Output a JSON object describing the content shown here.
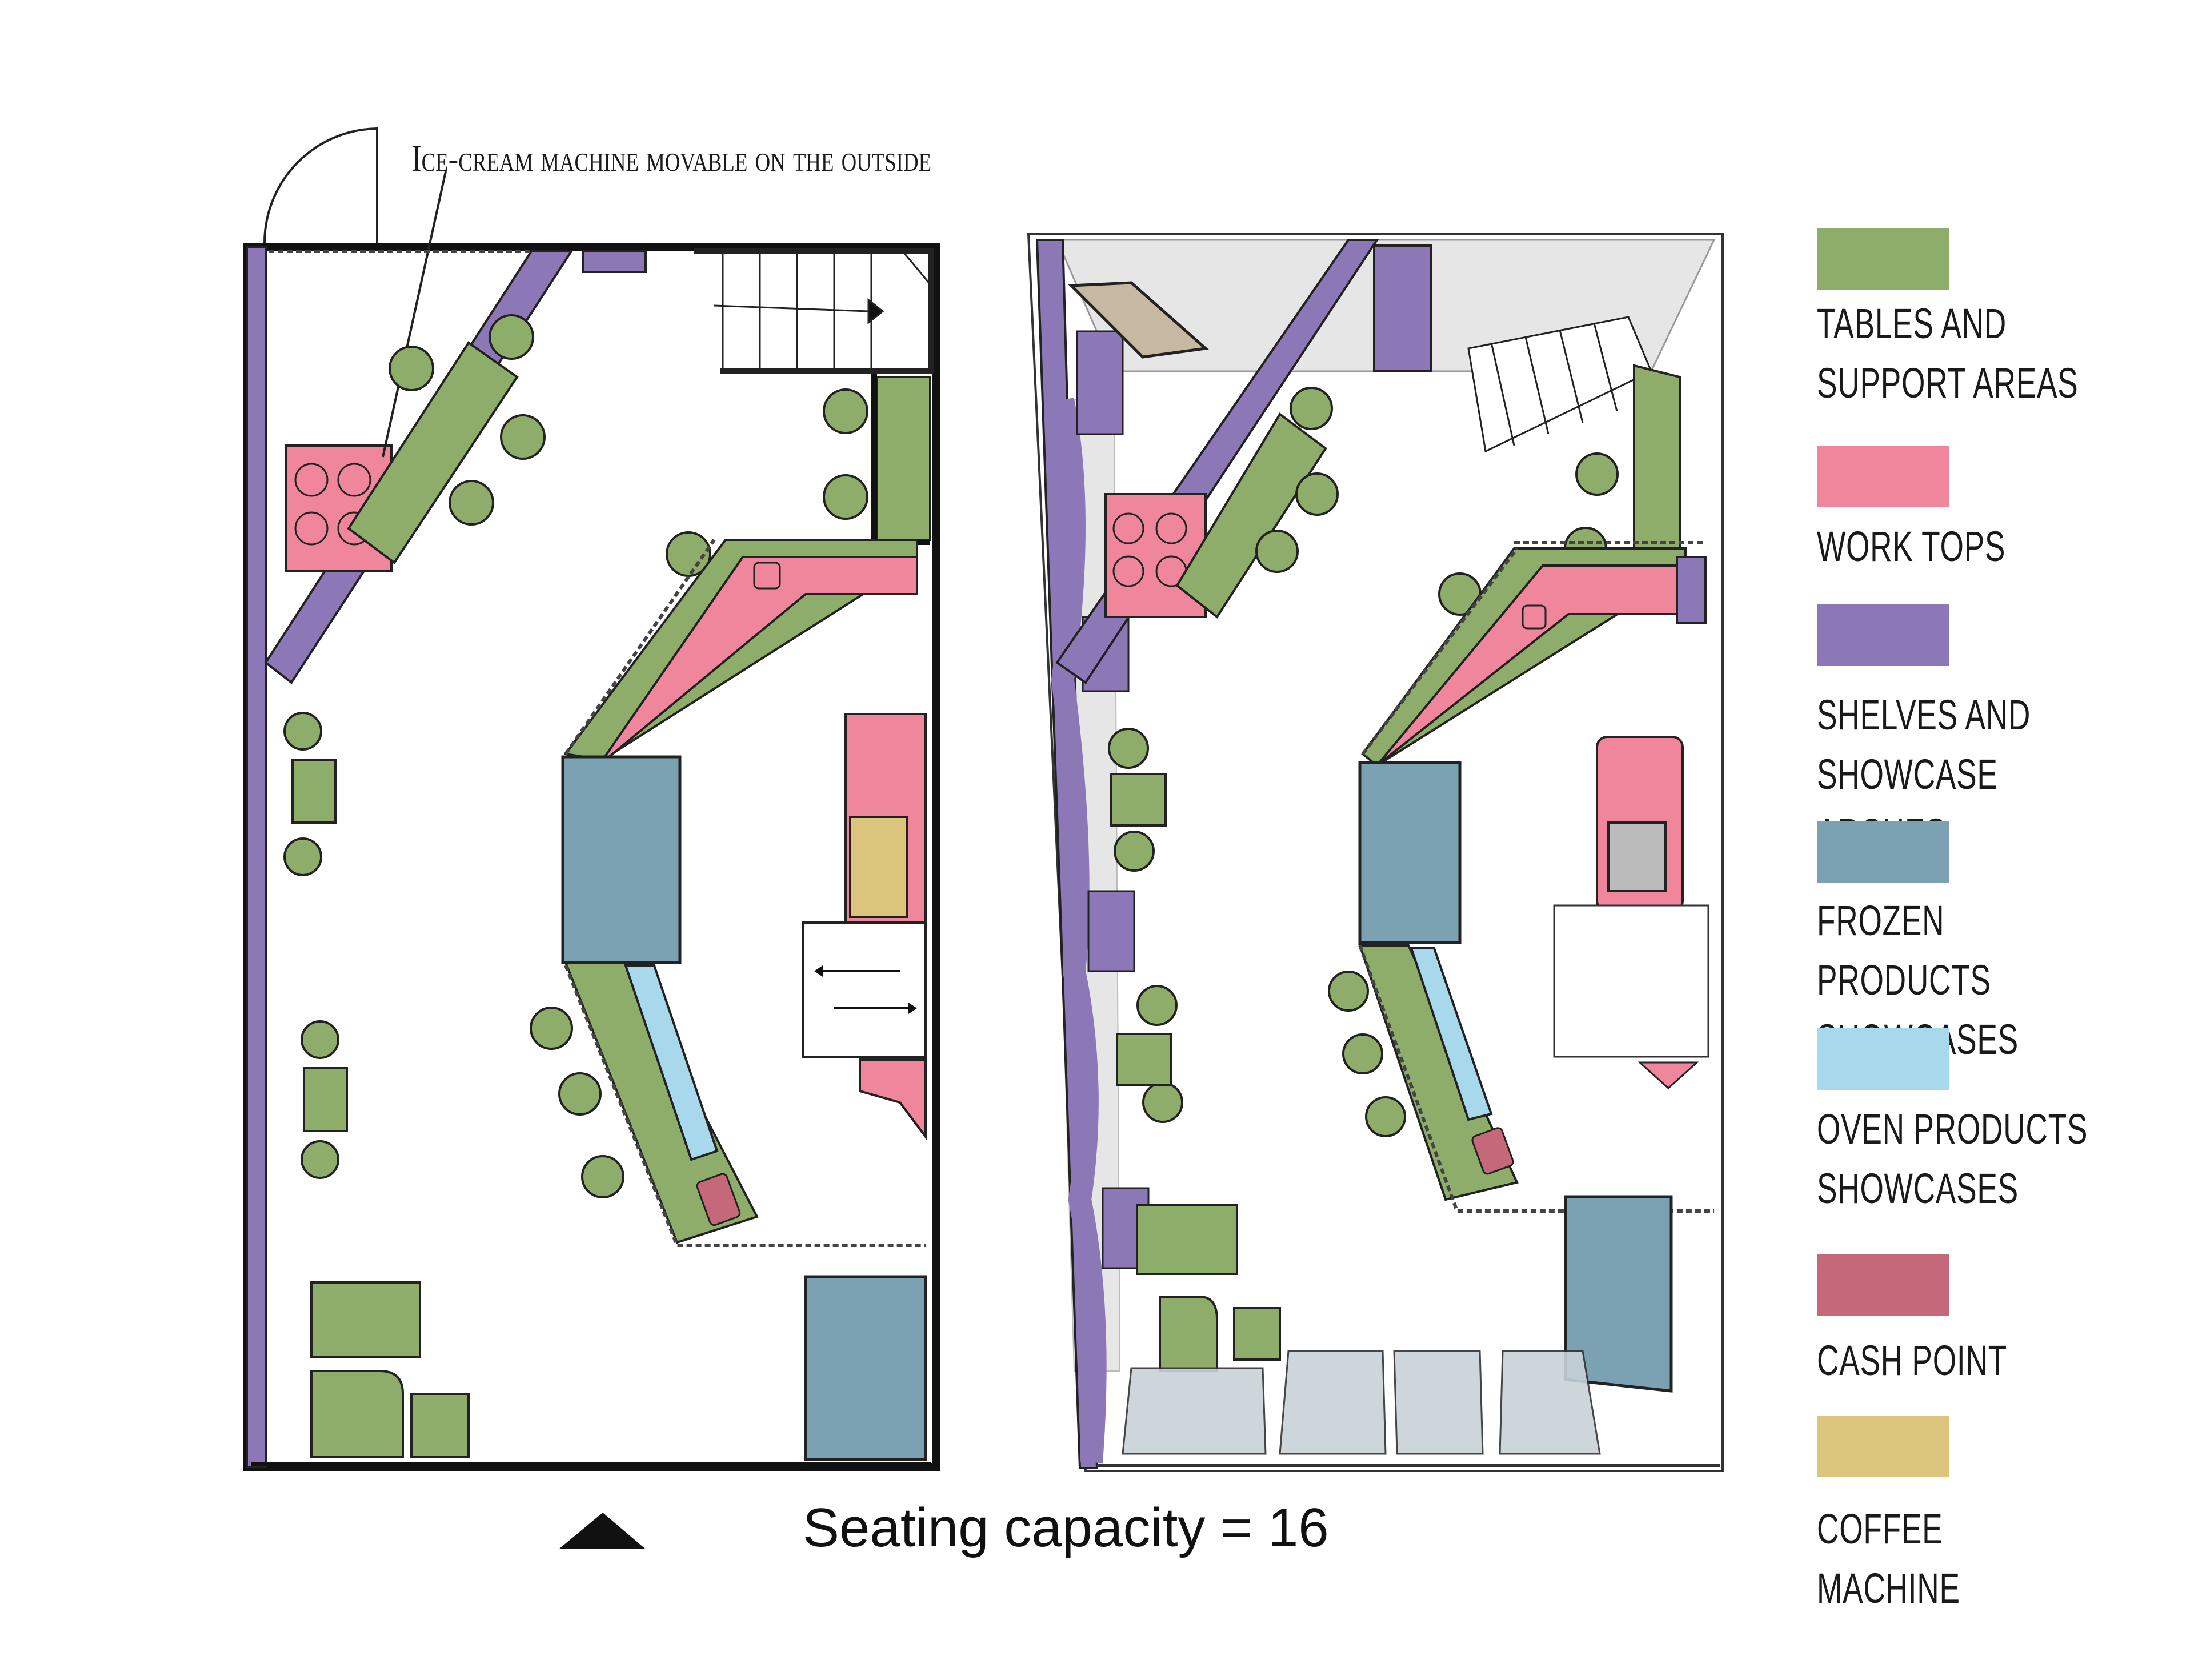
{
  "annotation": "Ice-cream machine movable on the outside",
  "caption": "Seating capacity = 16",
  "colors": {
    "tables": "#8fad6a",
    "worktops": "#f0869c",
    "shelves": "#8c78b7",
    "frozen": "#7ba2b2",
    "oven": "#a8d8ec",
    "cash": "#c4687a",
    "coffee": "#dbc47c",
    "floor_gray": "#e6e6e6"
  },
  "legend": [
    {
      "label": "Tables and\nsupport areas",
      "color": "#8fad6a"
    },
    {
      "label": "Work tops",
      "color": "#f0869c"
    },
    {
      "label": "Shelves and\nshowcase arches",
      "color": "#8c78b7"
    },
    {
      "label": "Frozen products\nshowcases",
      "color": "#7ba2b2"
    },
    {
      "label": "Oven products\nshowcases",
      "color": "#a8d8ec"
    },
    {
      "label": "Cash point",
      "color": "#c4687a"
    },
    {
      "label": "Coffee machine",
      "color": "#dbc47c"
    }
  ]
}
